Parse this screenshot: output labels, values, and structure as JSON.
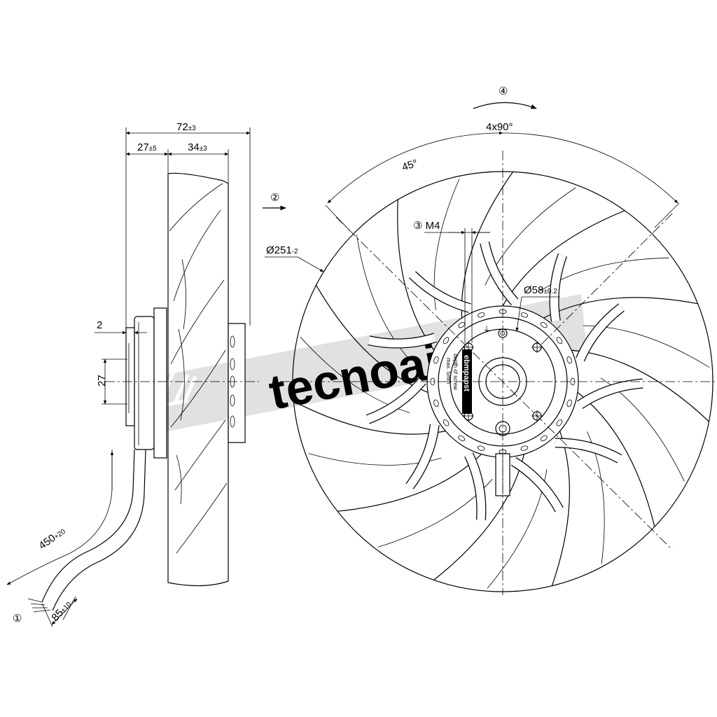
{
  "side_view": {
    "dim_overall": {
      "value": "72",
      "tol": "±3"
    },
    "dim_hub": {
      "value": "27",
      "tol": "±5"
    },
    "dim_blade": {
      "value": "34",
      "tol": "±3"
    },
    "dim_flange": "2",
    "dim_shaft": "27",
    "dim_cable_length": {
      "value": "450",
      "tol": "+20"
    },
    "dim_wire_strip": {
      "value": "85",
      "tol": "±10"
    }
  },
  "front_view": {
    "dim_impeller_diameter": {
      "value": "Ø251",
      "tol": "-2"
    },
    "dim_hub_diameter": {
      "value": "Ø58",
      "tol": "±0.2"
    },
    "angle_offset": "45°",
    "angle_pattern": "4x90°",
    "thread_label": "M4",
    "hub_label_brand": "ebmpapst",
    "hub_label_line1": "depth of screw",
    "hub_label_line2": "max. 5mm"
  },
  "callouts": {
    "cable": "①",
    "airflow": "②",
    "thread": "③",
    "rotation": "④"
  },
  "watermark": "tecnoair",
  "colors": {
    "line": "#000000",
    "watermark": "#c8c8c8"
  }
}
